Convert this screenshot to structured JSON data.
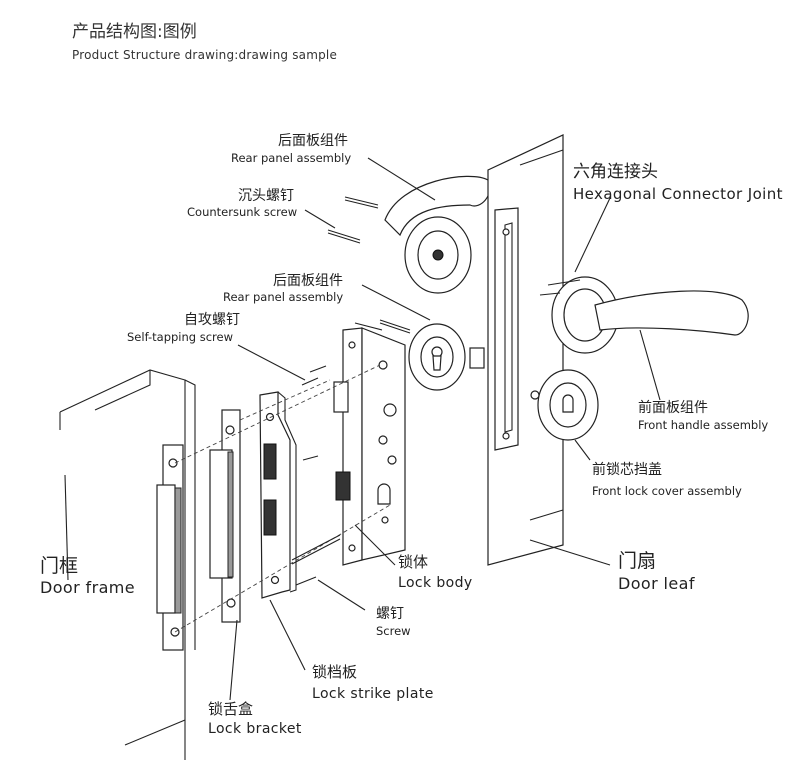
{
  "header": {
    "title_zh": "产品结构图:图例",
    "title_en": "Product Structure drawing:drawing sample"
  },
  "labels": {
    "rear_panel_top_zh": "后面板组件",
    "rear_panel_top_en": "Rear panel assembly",
    "countersunk_zh": "沉头螺钉",
    "countersunk_en": "Countersunk screw",
    "rear_panel_mid_zh": "后面板组件",
    "rear_panel_mid_en": "Rear panel assembly",
    "self_tapping_zh": "自攻螺钉",
    "self_tapping_en": "Self-tapping screw",
    "hex_joint_zh": "六角连接头",
    "hex_joint_en": "Hexagonal Connector Joint",
    "front_handle_zh": "前面板组件",
    "front_handle_en": "Front handle assembly",
    "front_cover_zh": "前锁芯挡盖",
    "front_cover_en": "Front lock cover assembly",
    "door_frame_zh": "门框",
    "door_frame_en": "Door frame",
    "lock_body_zh": "锁体",
    "lock_body_en": "Lock body",
    "door_leaf_zh": "门扇",
    "door_leaf_en": "Door leaf",
    "screw_zh": "螺钉",
    "screw_en": "Screw",
    "strike_plate_zh": "锁档板",
    "strike_plate_en": "Lock strike plate",
    "bracket_zh": "锁舌盒",
    "bracket_en": "Lock bracket"
  }
}
